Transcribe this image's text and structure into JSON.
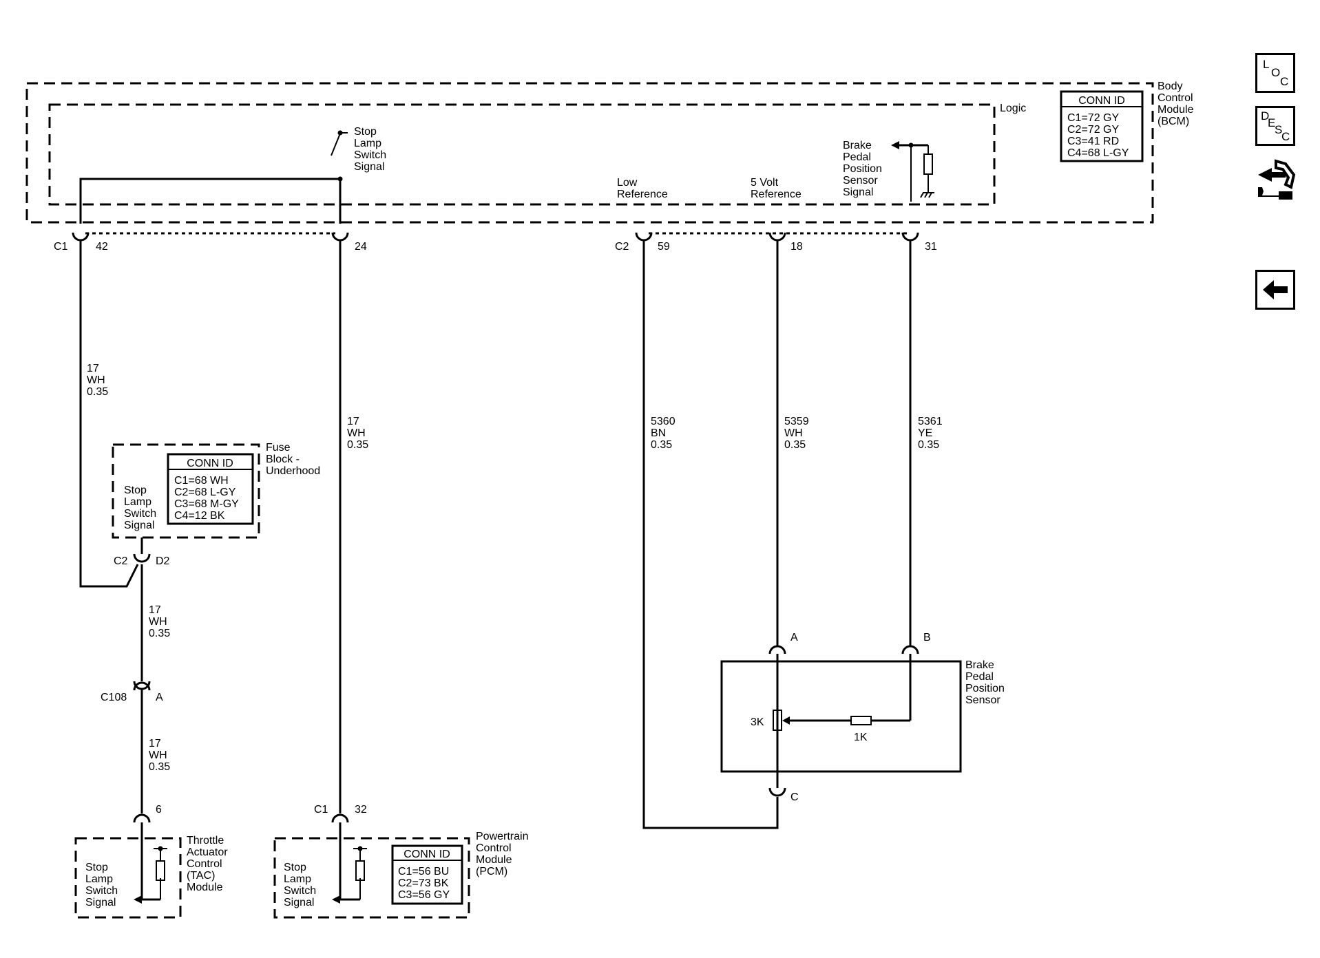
{
  "bcm": {
    "name_lines": [
      "Body",
      "Control",
      "Module",
      "(BCM)"
    ],
    "logic_label": "Logic",
    "conn_title": "CONN ID",
    "conn_rows": [
      "C1=72 GY",
      "C2=72 GY",
      "C3=41 RD",
      "C4=68 L-GY"
    ],
    "stop_lamp_lines": [
      "Stop",
      "Lamp",
      "Switch",
      "Signal"
    ],
    "low_ref_lines": [
      "Low",
      "Reference"
    ],
    "five_volt_lines": [
      "5 Volt",
      "Reference"
    ],
    "bpp_signal_lines": [
      "Brake",
      "Pedal",
      "Position",
      "Sensor",
      "Signal"
    ]
  },
  "connectors": {
    "c1": "C1",
    "c1_pin_a": "42",
    "c1_pin_b": "24",
    "c2": "C2",
    "c2_pin_a": "59",
    "c2_pin_b": "18",
    "c2_pin_c": "31",
    "fuse_c2": "C2",
    "fuse_pin": "D2",
    "c108": "C108",
    "c108_pin": "A",
    "tac_pin": "6",
    "pcm_conn": "C1",
    "pcm_pin": "32",
    "sensor_pin_a": "A",
    "sensor_pin_b": "B",
    "sensor_pin_c": "C"
  },
  "wires": {
    "w17_top": [
      "17",
      "WH",
      "0.35"
    ],
    "w17_mid": [
      "17",
      "WH",
      "0.35"
    ],
    "w17_low": [
      "17",
      "WH",
      "0.35"
    ],
    "w17_right": [
      "17",
      "WH",
      "0.35"
    ],
    "w5360": [
      "5360",
      "BN",
      "0.35"
    ],
    "w5359": [
      "5359",
      "WH",
      "0.35"
    ],
    "w5361": [
      "5361",
      "YE",
      "0.35"
    ]
  },
  "fuse_block": {
    "name_lines": [
      "Fuse",
      "Block -",
      "Underhood"
    ],
    "conn_title": "CONN ID",
    "conn_rows": [
      "C1=68 WH",
      "C2=68 L-GY",
      "C3=68 M-GY",
      "C4=12 BK"
    ],
    "signal_lines": [
      "Stop",
      "Lamp",
      "Switch",
      "Signal"
    ]
  },
  "tac": {
    "name_lines": [
      "Throttle",
      "Actuator",
      "Control",
      "(TAC)",
      "Module"
    ],
    "signal_lines": [
      "Stop",
      "Lamp",
      "Switch",
      "Signal"
    ]
  },
  "pcm": {
    "name_lines": [
      "Powertrain",
      "Control",
      "Module",
      "(PCM)"
    ],
    "conn_title": "CONN ID",
    "conn_rows": [
      "C1=56 BU",
      "C2=73 BK",
      "C3=56 GY"
    ],
    "signal_lines": [
      "Stop",
      "Lamp",
      "Switch",
      "Signal"
    ]
  },
  "sensor": {
    "name_lines": [
      "Brake",
      "Pedal",
      "Position",
      "Sensor"
    ],
    "pot_label": "3K",
    "resistor_label": "1K"
  },
  "nav": {
    "loc": [
      "L",
      "O",
      "C"
    ],
    "desc": [
      "D",
      "E",
      "S",
      "C"
    ]
  }
}
